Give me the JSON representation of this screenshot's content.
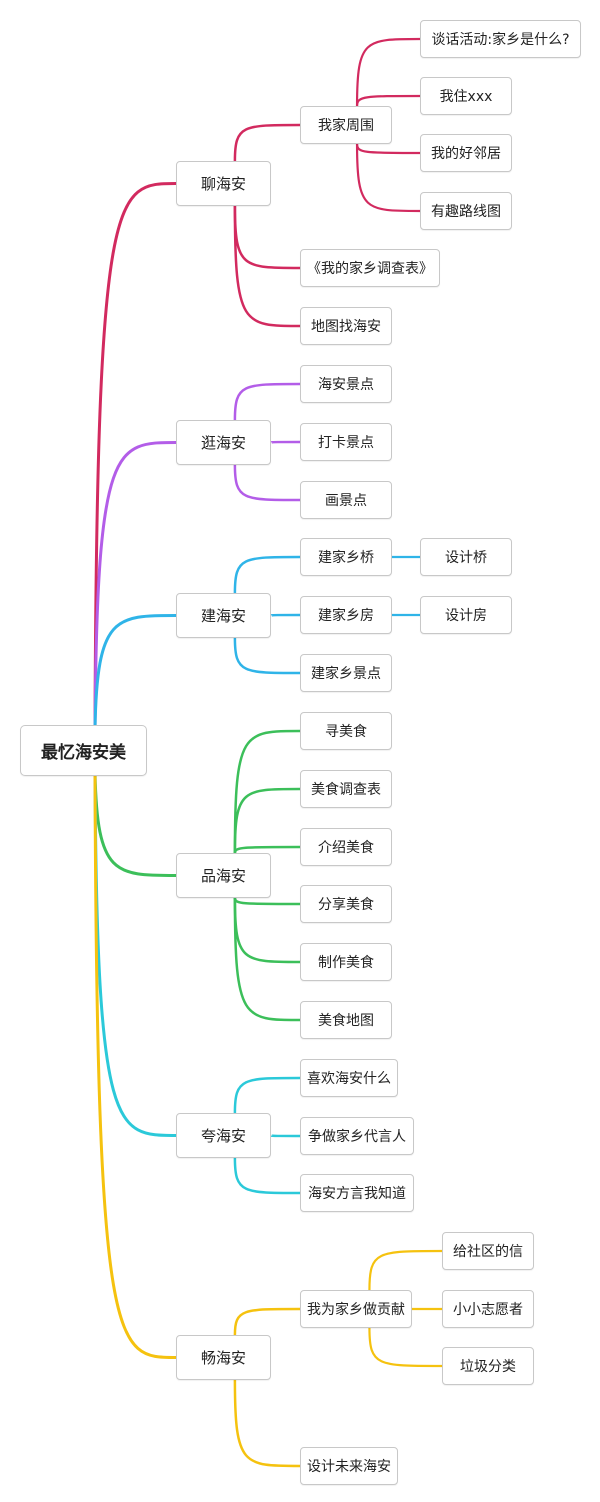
{
  "root": {
    "label": "最忆海安美"
  },
  "branches": [
    {
      "label": "聊海安",
      "color": "#d22a5f",
      "children": [
        {
          "label": "我家周围",
          "children": [
            {
              "label": "谈话活动:家乡是什么?"
            },
            {
              "label": "我住xxx"
            },
            {
              "label": "我的好邻居"
            },
            {
              "label": "有趣路线图"
            }
          ]
        },
        {
          "label": "《我的家乡调查表》"
        },
        {
          "label": "地图找海安"
        }
      ]
    },
    {
      "label": "逛海安",
      "color": "#b35de8",
      "children": [
        {
          "label": "海安景点"
        },
        {
          "label": "打卡景点"
        },
        {
          "label": "画景点"
        }
      ]
    },
    {
      "label": "建海安",
      "color": "#2fb4e8",
      "children": [
        {
          "label": "建家乡桥",
          "children": [
            {
              "label": "设计桥"
            }
          ]
        },
        {
          "label": "建家乡房",
          "children": [
            {
              "label": "设计房"
            }
          ]
        },
        {
          "label": "建家乡景点"
        }
      ]
    },
    {
      "label": "品海安",
      "color": "#3cbf5a",
      "children": [
        {
          "label": "寻美食"
        },
        {
          "label": "美食调查表"
        },
        {
          "label": "介绍美食"
        },
        {
          "label": "分享美食"
        },
        {
          "label": "制作美食"
        },
        {
          "label": "美食地图"
        }
      ]
    },
    {
      "label": "夸海安",
      "color": "#2bc9d9",
      "children": [
        {
          "label": "喜欢海安什么"
        },
        {
          "label": "争做家乡代言人"
        },
        {
          "label": "海安方言我知道"
        }
      ]
    },
    {
      "label": "畅海安",
      "color": "#f5c20f",
      "children": [
        {
          "label": "我为家乡做贡献",
          "children": [
            {
              "label": "给社区的信"
            },
            {
              "label": "小小志愿者"
            },
            {
              "label": "垃圾分类"
            }
          ]
        },
        {
          "label": "设计未来海安"
        }
      ]
    }
  ]
}
